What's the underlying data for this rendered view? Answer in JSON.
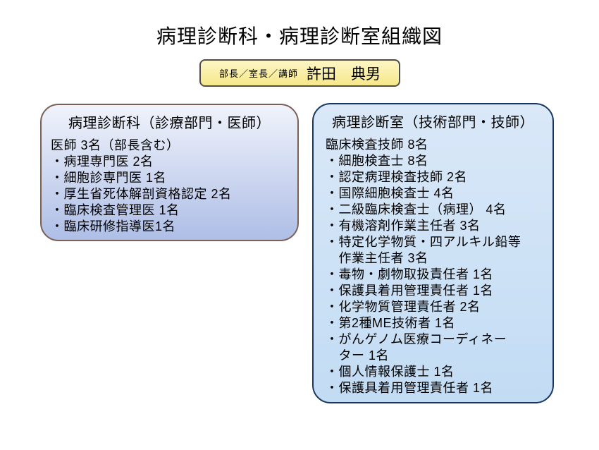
{
  "page": {
    "title": "病理診断科・病理診断室組織図"
  },
  "director": {
    "role": "部長／室長／講師",
    "name": "許田　典男"
  },
  "left_box": {
    "heading": "病理診断科（診療部門・医師）",
    "lines": [
      "医師 3名（部長含む）",
      "・病理専門医 2名",
      "・細胞診専門医 1名",
      "・厚生省死体解剖資格認定 2名",
      "・臨床検査管理医 1名",
      "・臨床研修指導医1名"
    ]
  },
  "right_box": {
    "heading": "病理診断室（技術部門・技師）",
    "lines": [
      "臨床検査技師 8名",
      "・細胞検査士 8名",
      "・認定病理検査技師 2名",
      "・国際細胞検査士 4名",
      "・二級臨床検査士（病理） 4名",
      "・有機溶剤作業主任者 3名",
      "・特定化学物質・四アルキル鉛等",
      "　作業主任者 3名",
      "・毒物・劇物取扱責任者 1名",
      "・保護具着用管理責任者 1名",
      "・化学物質管理責任者 2名",
      "・第2種ME技術者 1名",
      "・がんゲノム医療コーディネー",
      "　ター 1名",
      "・個人情報保護士 1名",
      "・保護具着用管理責任者 1名"
    ]
  },
  "colors": {
    "director_box_top": "#fdf6c5",
    "director_box_bottom": "#f6e88a",
    "director_box_border": "#4d4d4d",
    "left_box_top": "#f0f3fb",
    "left_box_bottom": "#aebee6",
    "left_box_border": "#7a6055",
    "right_box_top": "#dae8f8",
    "right_box_bottom": "#c2dcf4",
    "right_box_border": "#17375e"
  }
}
